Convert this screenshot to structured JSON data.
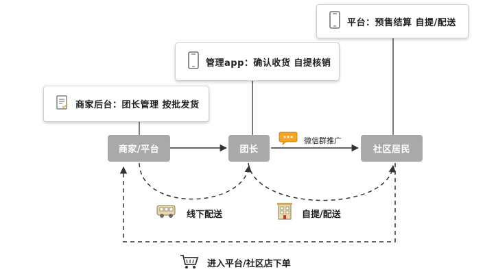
{
  "callouts": {
    "merchant_backend": "商家后台：团长管理 按批发货",
    "management_app": "管理app：确认收货 自提核销",
    "platform": "平台：预售结算 自提/配送"
  },
  "nodes": {
    "merchant_platform": "商家/平台",
    "group_leader": "团长",
    "community_residents": "社区居民"
  },
  "edge_labels": {
    "wechat_promotion": "微信群推广",
    "offline_delivery": "线下配送",
    "pickup_delivery": "自提/配送",
    "enter_platform_order": "进入平台/社区店下单"
  },
  "icons": {
    "merchant_backend": "document-check-icon",
    "management_app": "phone-icon",
    "platform": "phone-icon",
    "wechat": "chat-bubble-icon",
    "delivery": "truck-icon",
    "pickup": "building-icon",
    "cart": "shopping-cart-icon"
  },
  "colors": {
    "node_fill": "#a9a9a9",
    "arrow": "#333333",
    "chat_bubble": "#f5a623",
    "icon_beige": "#e9d9b0"
  }
}
